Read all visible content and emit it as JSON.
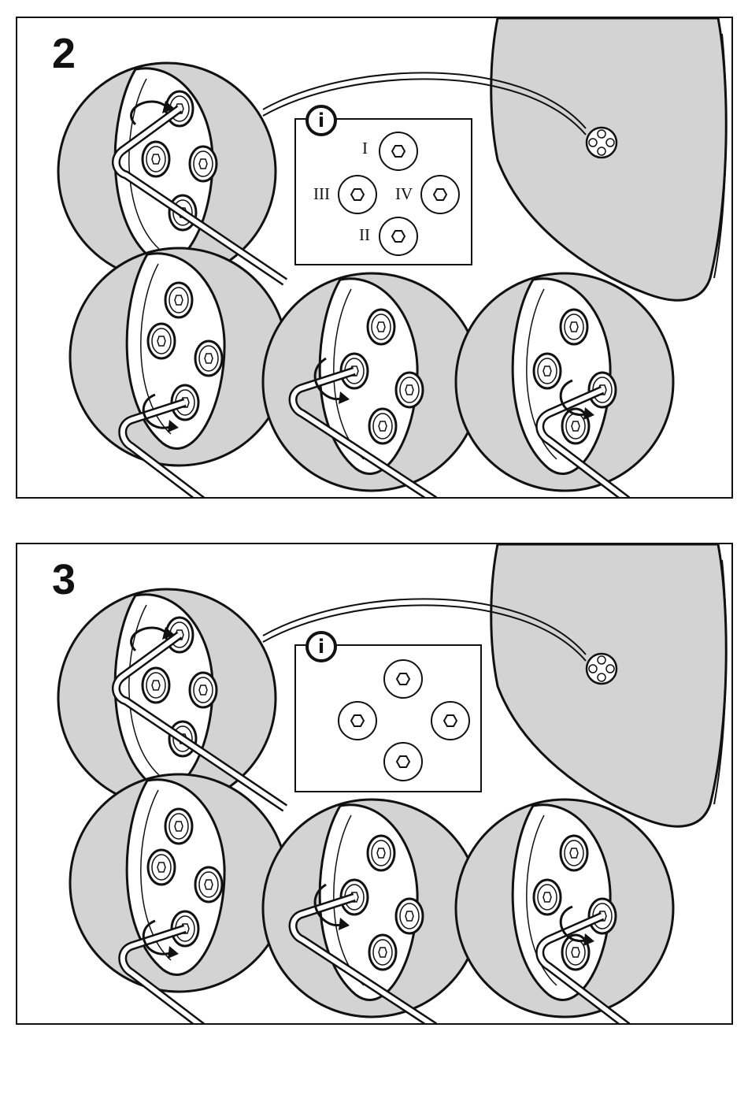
{
  "colors": {
    "fill": "#d3d3d3",
    "ink": "#111111",
    "paper": "#ffffff"
  },
  "icons": {
    "info": "info-icon",
    "bolt": "hex-bolt-icon",
    "arrow": "curved-arrow-icon",
    "key": "allen-key-icon"
  },
  "steps": [
    {
      "number": "2",
      "info_symbol": "i",
      "bolt_labels": {
        "top": "I",
        "left": "III",
        "right": "IV",
        "bottom": "II"
      }
    },
    {
      "number": "3",
      "info_symbol": "i",
      "bolt_labels": {}
    }
  ]
}
